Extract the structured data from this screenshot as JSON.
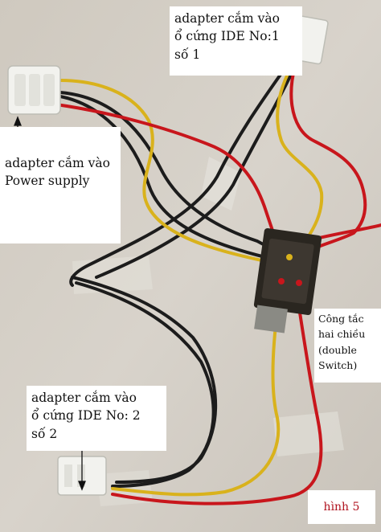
{
  "labels": {
    "ide1": "adapter cắm vào\nổ cứng IDE No:1\nsố 1",
    "psu": "adapter cắm vào\nPower supply",
    "switch": "Công tắc\nhai chiều\n(double\nSwitch)",
    "ide2": "adapter cắm vào\nổ cứng IDE No: 2\nsố 2",
    "figure": "hình 5"
  },
  "colors": {
    "background": "#d4cfc6",
    "wire_red": "#c8161c",
    "wire_yellow": "#d9b21c",
    "wire_black": "#1c1c1c",
    "connector": "#f2f2ee",
    "figure_label": "#b0121e"
  }
}
